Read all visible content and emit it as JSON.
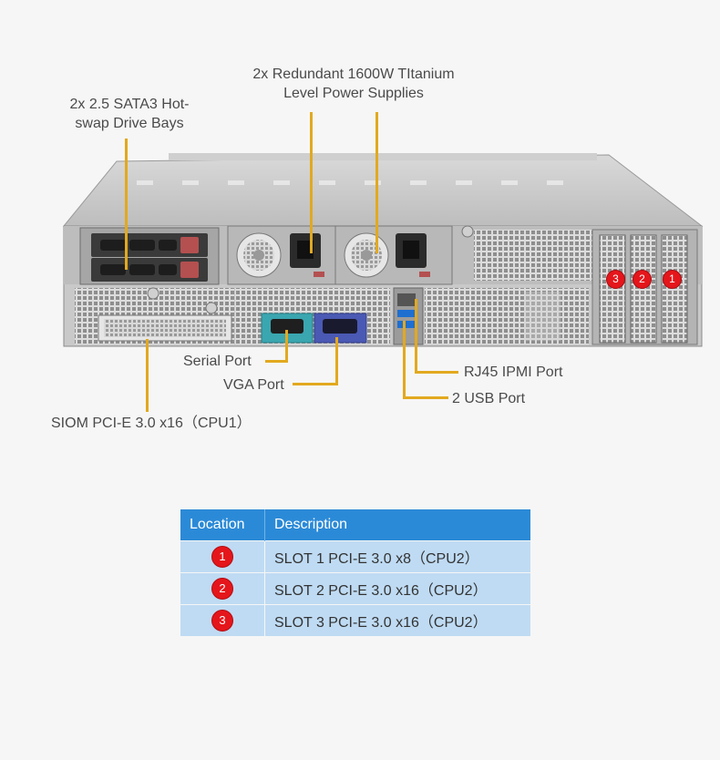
{
  "callouts": {
    "drive_bays": [
      "2x 2.5  SATA3 Hot-",
      "swap Drive Bays"
    ],
    "power_supplies": [
      "2x Redundant  1600W TItanium",
      "Level Power Supplies"
    ],
    "serial_port": "Serial Port",
    "vga_port": "VGA Port",
    "siom": "SIOM PCI-E  3.0 x16（CPU1）",
    "rj45": "RJ45 IPMI Port",
    "usb": "2 USB Port"
  },
  "slot_badges": [
    "3",
    "2",
    "1"
  ],
  "table": {
    "headers": [
      "Location",
      "Description"
    ],
    "rows": [
      {
        "location": "1",
        "description": "SLOT  1 PCI-E  3.0 x8（CPU2）"
      },
      {
        "location": "2",
        "description": "SLOT  2 PCI-E  3.0 x16（CPU2）"
      },
      {
        "location": "3",
        "description": "SLOT  3 PCI-E  3.0 x16（CPU2）"
      }
    ]
  },
  "colors": {
    "leader": "#e2a91f",
    "header_bg": "#2b8ad7",
    "row_bg": "#bfdbf3",
    "badge": "#e5161b",
    "serial_port": "#3aa6b0",
    "vga_port": "#4a59b3"
  }
}
